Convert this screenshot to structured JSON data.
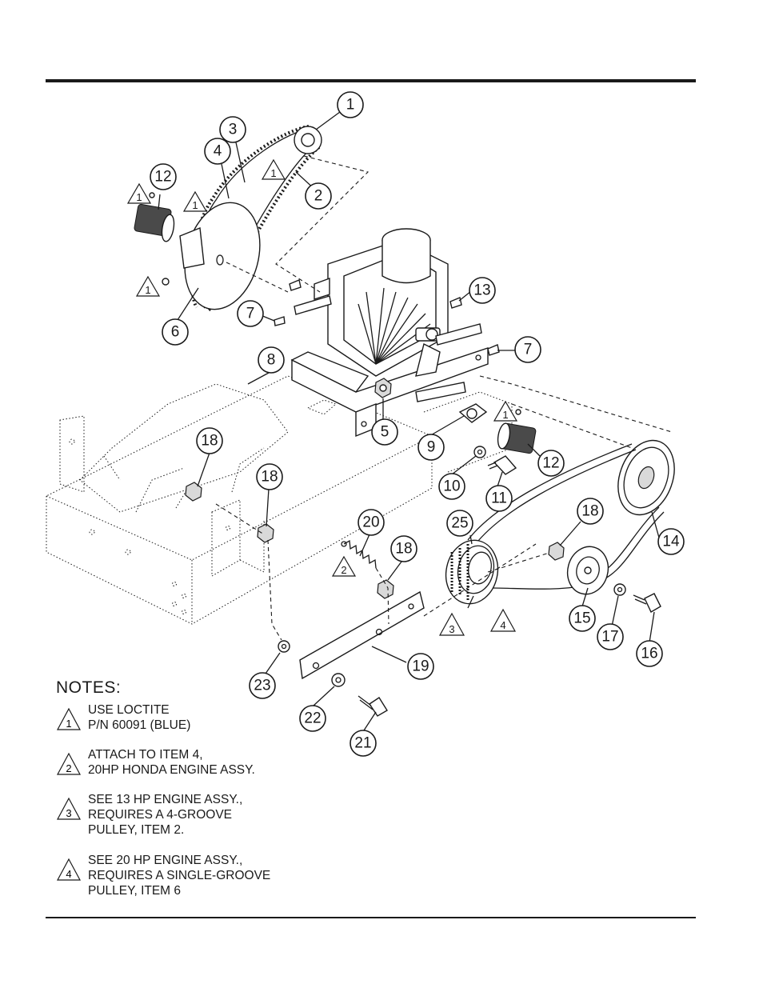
{
  "callouts": [
    {
      "id": "c1",
      "label": "1"
    },
    {
      "id": "c2",
      "label": "2"
    },
    {
      "id": "c3",
      "label": "3"
    },
    {
      "id": "c4",
      "label": "4"
    },
    {
      "id": "c5",
      "label": "5"
    },
    {
      "id": "c6",
      "label": "6"
    },
    {
      "id": "c7a",
      "label": "7"
    },
    {
      "id": "c7b",
      "label": "7"
    },
    {
      "id": "c8",
      "label": "8"
    },
    {
      "id": "c9",
      "label": "9"
    },
    {
      "id": "c10",
      "label": "10"
    },
    {
      "id": "c11",
      "label": "11"
    },
    {
      "id": "c12a",
      "label": "12"
    },
    {
      "id": "c12b",
      "label": "12"
    },
    {
      "id": "c13",
      "label": "13"
    },
    {
      "id": "c14",
      "label": "14"
    },
    {
      "id": "c15",
      "label": "15"
    },
    {
      "id": "c16",
      "label": "16"
    },
    {
      "id": "c17",
      "label": "17"
    },
    {
      "id": "c18a",
      "label": "18"
    },
    {
      "id": "c18b",
      "label": "18"
    },
    {
      "id": "c18c",
      "label": "18"
    },
    {
      "id": "c18d",
      "label": "18"
    },
    {
      "id": "c19",
      "label": "19"
    },
    {
      "id": "c20",
      "label": "20"
    },
    {
      "id": "c21",
      "label": "21"
    },
    {
      "id": "c22",
      "label": "22"
    },
    {
      "id": "c23",
      "label": "23"
    },
    {
      "id": "c25",
      "label": "25"
    }
  ],
  "flags": [
    {
      "id": "f1a",
      "label": "1"
    },
    {
      "id": "f1b",
      "label": "1"
    },
    {
      "id": "f1c",
      "label": "1"
    },
    {
      "id": "f1d",
      "label": "1"
    },
    {
      "id": "f1e",
      "label": "1"
    },
    {
      "id": "f2",
      "label": "2"
    },
    {
      "id": "f3",
      "label": "3"
    },
    {
      "id": "f4",
      "label": "4"
    }
  ],
  "notes": {
    "title": "NOTES:",
    "items": [
      {
        "flag": "1",
        "text": "USE LOCTITE\nP/N 60091 (BLUE)"
      },
      {
        "flag": "2",
        "text": "ATTACH TO ITEM 4,\n20HP HONDA ENGINE ASSY."
      },
      {
        "flag": "3",
        "text": "SEE 13 HP ENGINE ASSY.,\nREQUIRES A 4-GROOVE\nPULLEY, ITEM 2."
      },
      {
        "flag": "4",
        "text": "SEE 20 HP ENGINE ASSY.,\nREQUIRES A SINGLE-GROOVE\nPULLEY, ITEM 6"
      }
    ]
  }
}
